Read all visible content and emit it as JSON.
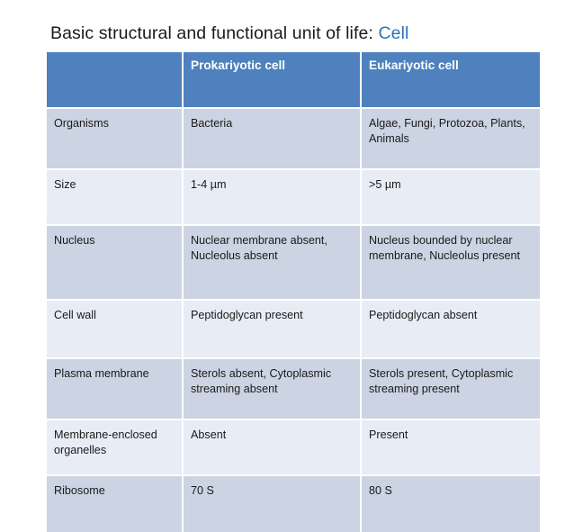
{
  "slide": {
    "title_prefix": "Basic structural and functional unit of life: ",
    "title_accent": "Cell",
    "accent_color": "#2a73b8",
    "background_color": "#ffffff"
  },
  "table": {
    "header_background": "#4e81bd",
    "header_text_color": "#ffffff",
    "band_dark_color": "#ccd3e2",
    "band_light_color": "#e8ecf5",
    "columns": [
      {
        "label": ""
      },
      {
        "label": "Prokariyotic cell"
      },
      {
        "label": "Eukariyotic cell"
      }
    ],
    "rows": [
      {
        "feature": "Organisms",
        "prokaryotic": "Bacteria",
        "eukaryotic": "Algae, Fungi, Protozoa, Plants, Animals"
      },
      {
        "feature": "Size",
        "prokaryotic": "1-4 µm",
        "eukaryotic": ">5 µm"
      },
      {
        "feature": "Nucleus",
        "prokaryotic": "Nuclear membrane absent, Nucleolus absent",
        "eukaryotic": "Nucleus bounded by nuclear membrane, Nucleolus present"
      },
      {
        "feature": "Cell wall",
        "prokaryotic": "Peptidoglycan present",
        "eukaryotic": "Peptidoglycan absent"
      },
      {
        "feature": "Plasma membrane",
        "prokaryotic": "Sterols absent, Cytoplasmic streaming absent",
        "eukaryotic": "Sterols present, Cytoplasmic streaming present"
      },
      {
        "feature": "Membrane-enclosed organelles",
        "prokaryotic": "Absent",
        "eukaryotic": "Present"
      },
      {
        "feature": "Ribosome",
        "prokaryotic": "70 S",
        "eukaryotic": "80 S"
      }
    ]
  }
}
